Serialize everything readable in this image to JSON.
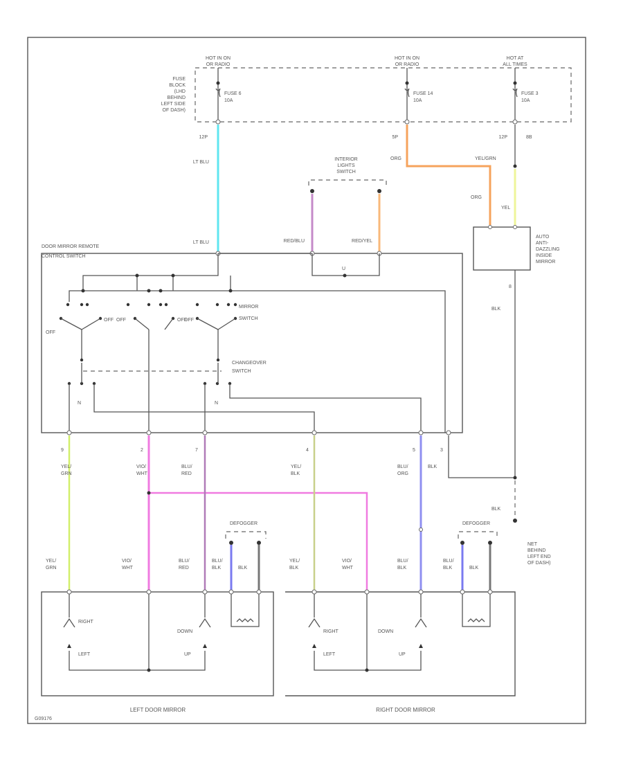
{
  "colors": {
    "lt_blu": "#5fe6f0",
    "org": "#f6a35c",
    "red_blu": "#c48ac8",
    "red_yel": "#f8b87a",
    "yel": "#eef59a",
    "yel_grn": "#d2ef6a",
    "vio_wht": "#f07ae0",
    "blu_red": "#b07ab8",
    "yel_blk": "#c8d08a",
    "blu_org": "#8f8ff0",
    "blu_blk": "#7a7af0",
    "blk": "#555555"
  },
  "power": {
    "hot1": "HOT IN ON",
    "hot1b": "OR RADIO",
    "hot2": "HOT IN ON",
    "hot2b": "OR RADIO",
    "hot3": "HOT AT",
    "hot3b": "ALL TIMES",
    "fuse_block": [
      "FUSE",
      "BLOCK",
      "(LHD",
      "BEHIND",
      "LEFT SIDE",
      "OF DASH)"
    ],
    "fuse1": "FUSE 6",
    "fuse1_amp": "10A",
    "fuse2": "FUSE 14",
    "fuse2_amp": "10A",
    "fuse3": "FUSE 3",
    "fuse3_amp": "10A",
    "conn1": "12P",
    "conn2": "5P",
    "conn3a": "12P",
    "conn3b": "8B"
  },
  "wires": {
    "lt_blu": "LT BLU",
    "lt_blu2": "LT BLU",
    "org": "ORG",
    "org2": "ORG",
    "yel_grn_top": "YEL/GRN",
    "yel": "YEL",
    "red_blu": "RED/BLU",
    "red_yel": "RED/YEL",
    "blk1": "BLK",
    "blk2": "BLK",
    "n1": "9",
    "n2": "2",
    "n3": "7",
    "n4": "4",
    "n5": "5",
    "n6": "3",
    "n7": "8",
    "w1a": "YEL/",
    "w1b": "GRN",
    "w2a": "VIO/",
    "w2b": "WHT",
    "w3a": "BLU/",
    "w3b": "RED",
    "w4a": "YEL/",
    "w4b": "BLK",
    "w5a": "BLU/",
    "w5b": "ORG",
    "w6": "BLK",
    "u": "U",
    "n_a": "N",
    "n_b": "N"
  },
  "interior_light": [
    "INTERIOR",
    "LIGHTS",
    "SWITCH"
  ],
  "remote_switch": [
    "DOOR MIRROR REMOTE",
    "CONTROL SWITCH"
  ],
  "mirror_switch": [
    "MIRROR",
    "SWITCH"
  ],
  "changeover": [
    "CHANGEOVER",
    "SWITCH"
  ],
  "auto_mirror": [
    "AUTO",
    "ANTI-",
    "DAZZLING",
    "INSIDE",
    "MIRROR"
  ],
  "ground": [
    "NET",
    "BEHIND",
    "LEFT END",
    "OF DASH)"
  ],
  "off_labels": {
    "a": "OFF",
    "b": "OFF",
    "c": "OFF",
    "d": "OFF",
    "e": "OFF"
  },
  "defogger": {
    "a": "DEFOGGER",
    "b": "DEFOGGER",
    "b1a": "BLU/",
    "b1b": "BLK",
    "b2": "BLK",
    "c1a": "BLU/",
    "c1b": "BLK",
    "c2": "BLK"
  },
  "left_mirror": {
    "title": "LEFT DOOR MIRROR",
    "w1a": "YEL/",
    "w1b": "GRN",
    "w2a": "VIO/",
    "w2b": "WHT",
    "w3a": "BLU/",
    "w3b": "RED",
    "right": "RIGHT",
    "left": "LEFT",
    "down": "DOWN",
    "up": "UP"
  },
  "right_mirror": {
    "title": "RIGHT DOOR MIRROR",
    "w1a": "YEL/",
    "w1b": "BLK",
    "w2a": "VIO/",
    "w2b": "WHT",
    "w3a": "BLU/",
    "w3b": "BLK",
    "right": "RIGHT",
    "left": "LEFT",
    "down": "DOWN",
    "up": "UP"
  },
  "footer": "G09176"
}
